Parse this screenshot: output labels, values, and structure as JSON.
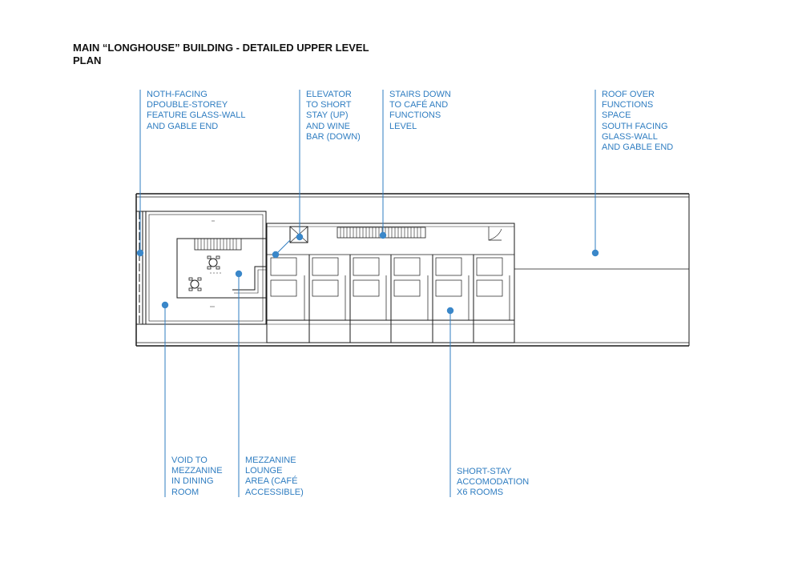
{
  "title": {
    "line1": "MAIN “LONGHOUSE” BUILDING - DETAILED UPPER LEVEL",
    "line2": "PLAN"
  },
  "annotations": {
    "north_glass_wall": [
      "NOTH-FACING",
      "DPOUBLE-STOREY",
      "FEATURE GLASS-WALL",
      "AND GABLE END"
    ],
    "elevator": [
      "ELEVATOR",
      "TO SHORT",
      "STAY (UP)",
      "AND WINE",
      "BAR (DOWN)"
    ],
    "stairs": [
      "STAIRS DOWN",
      "TO CAFÉ AND",
      "FUNCTIONS",
      "LEVEL"
    ],
    "roof": [
      "ROOF OVER",
      "FUNCTIONS",
      "SPACE",
      "SOUTH FACING",
      "GLASS-WALL",
      "AND GABLE END"
    ],
    "void": [
      "VOID TO",
      "MEZZANINE",
      "IN DINING",
      "ROOM"
    ],
    "mezzanine": [
      "MEZZANINE",
      "LOUNGE",
      "AREA (CAFÉ",
      "ACCESSIBLE)"
    ],
    "short_stay": [
      "SHORT-STAY",
      "ACCOMODATION",
      "X6 ROOMS"
    ]
  },
  "colors": {
    "annotation": "#2f7dc1",
    "linework": "#1a1a1a"
  }
}
